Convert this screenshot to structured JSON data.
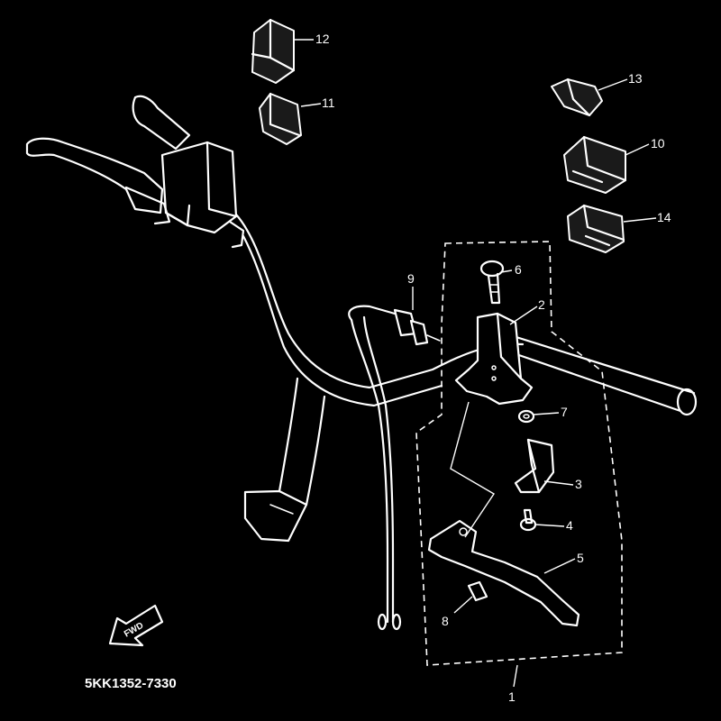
{
  "diagram": {
    "part_code": "5KK1352-7330",
    "direction_marker": "FWD",
    "callouts": [
      {
        "id": "c1",
        "label": "1"
      },
      {
        "id": "c2",
        "label": "2"
      },
      {
        "id": "c3",
        "label": "3"
      },
      {
        "id": "c4",
        "label": "4"
      },
      {
        "id": "c5",
        "label": "5"
      },
      {
        "id": "c6",
        "label": "6"
      },
      {
        "id": "c7",
        "label": "7"
      },
      {
        "id": "c8",
        "label": "8"
      },
      {
        "id": "c9",
        "label": "9"
      },
      {
        "id": "c10",
        "label": "10"
      },
      {
        "id": "c11",
        "label": "11"
      },
      {
        "id": "c12",
        "label": "12"
      },
      {
        "id": "c13",
        "label": "13"
      },
      {
        "id": "c14",
        "label": "14"
      }
    ],
    "colors": {
      "background": "#000000",
      "line": "#ffffff"
    }
  }
}
